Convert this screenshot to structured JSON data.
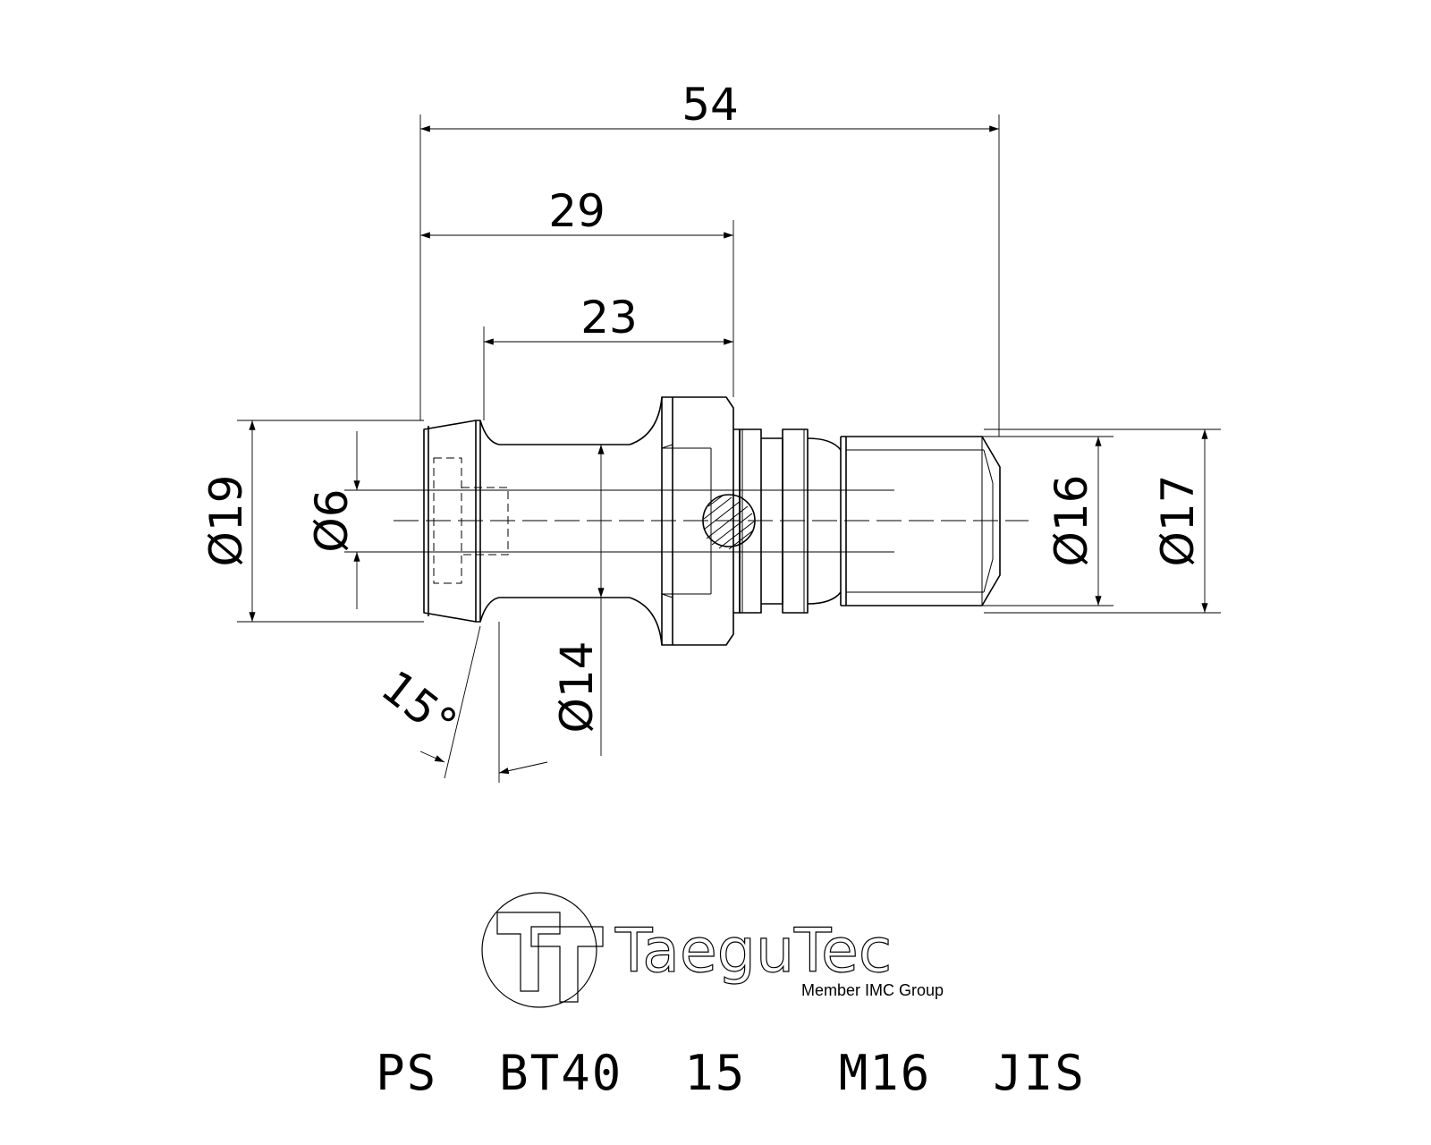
{
  "dimensions": {
    "overall_length": "54",
    "length_to_flange": "29",
    "neck_length": "23",
    "head_diameter": "Ø19",
    "bore_diameter": "Ø6",
    "neck_diameter": "Ø14",
    "thread_diameter": "Ø16",
    "collar_diameter": "Ø17",
    "head_angle": "15°"
  },
  "logo": {
    "brand": "TaeguTec",
    "tagline": "Member IMC Group"
  },
  "model_code": "PS  BT40  15   M16  JIS"
}
